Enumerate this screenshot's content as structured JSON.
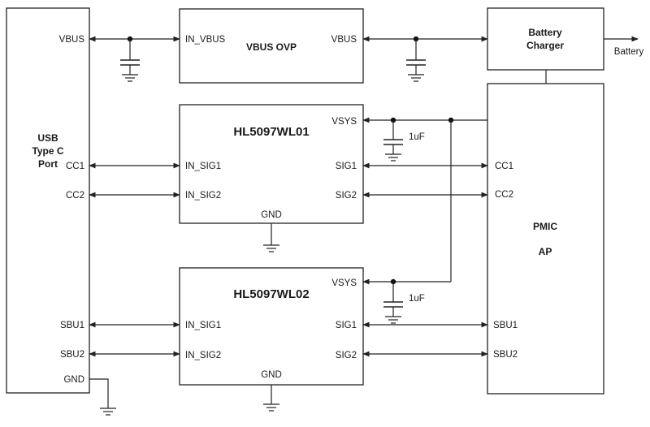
{
  "blocks": {
    "usb": {
      "line1": "USB",
      "line2": "Type C",
      "line3": "Port"
    },
    "ovp": {
      "title": "VBUS OVP",
      "in_pin": "IN_VBUS",
      "out_pin": "VBUS"
    },
    "charger": {
      "line1": "Battery",
      "line2": "Charger"
    },
    "pmic": {
      "line1": "PMIC",
      "line2": "AP"
    },
    "u1": {
      "title": "HL5097WL01",
      "vsys": "VSYS",
      "in1": "IN_SIG1",
      "in2": "IN_SIG2",
      "out1": "SIG1",
      "out2": "SIG2",
      "gnd": "GND"
    },
    "u2": {
      "title": "HL5097WL02",
      "vsys": "VSYS",
      "in1": "IN_SIG1",
      "in2": "IN_SIG2",
      "out1": "SIG1",
      "out2": "SIG2",
      "gnd": "GND"
    }
  },
  "usb_pins": {
    "vbus": "VBUS",
    "cc1": "CC1",
    "cc2": "CC2",
    "sbu1": "SBU1",
    "sbu2": "SBU2",
    "gnd": "GND"
  },
  "pmic_pins": {
    "cc1": "CC1",
    "cc2": "CC2",
    "sbu1": "SBU1",
    "sbu2": "SBU2"
  },
  "battery_label": "Battery",
  "cap_value_1": "1uF",
  "cap_value_2": "1uF"
}
